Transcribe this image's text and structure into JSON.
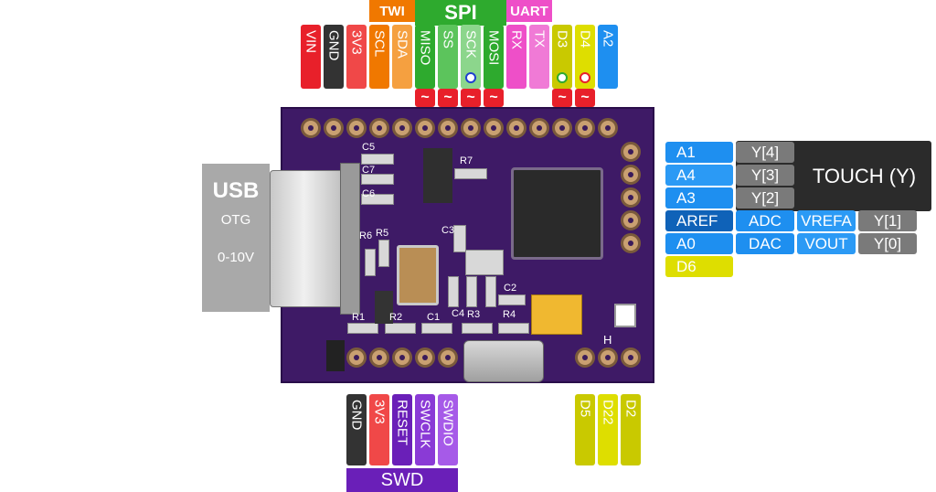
{
  "groups": {
    "twi": "TWI",
    "spi": "SPI",
    "uart": "UART",
    "swd": "SWD",
    "touch": "TOUCH (Y)"
  },
  "top_pins": [
    "VIN",
    "GND",
    "3V3",
    "SCL",
    "SDA",
    "MISO",
    "SS",
    "SCK",
    "MOSI",
    "RX",
    "TX",
    "D3",
    "D4",
    "A2"
  ],
  "pwm_symbol": "~",
  "usb": {
    "title": "USB",
    "mode": "OTG",
    "range": "0-10V"
  },
  "right_rows": [
    [
      "A1",
      "Y[4]"
    ],
    [
      "A4",
      "Y[3]"
    ],
    [
      "A3",
      "Y[2]"
    ],
    [
      "AREF",
      "ADC",
      "VREFA",
      "Y[1]"
    ],
    [
      "A0",
      "DAC",
      "VOUT",
      "Y[0]"
    ],
    [
      "D6"
    ]
  ],
  "bottom_left_pins": [
    "GND",
    "3V3",
    "RESET",
    "SWCLK",
    "SWDIO"
  ],
  "bottom_right_pins": [
    "D5",
    "D22",
    "D2"
  ],
  "silkscreen": {
    "c5": "C5",
    "c7": "C7",
    "c6": "C6",
    "r7": "R7",
    "r6": "R6",
    "r5": "R5",
    "c3": "C3",
    "c2": "C2",
    "c1": "C1",
    "c4": "C4",
    "r1": "R1",
    "r2": "R2",
    "r3": "R3",
    "r4": "R4",
    "h": "H"
  },
  "colors": {
    "power_red": "#e8202a",
    "gnd": "#333333",
    "v33": "#f04848",
    "twi": "#f07800",
    "spi": "#2eaa2e",
    "uart": "#ee4fc8",
    "d_yellow": "#c9c900",
    "analog_blue": "#1e8ff0",
    "touch": "#2b2b2b",
    "swd": "#7a28c8",
    "board": "#3e1a66"
  }
}
